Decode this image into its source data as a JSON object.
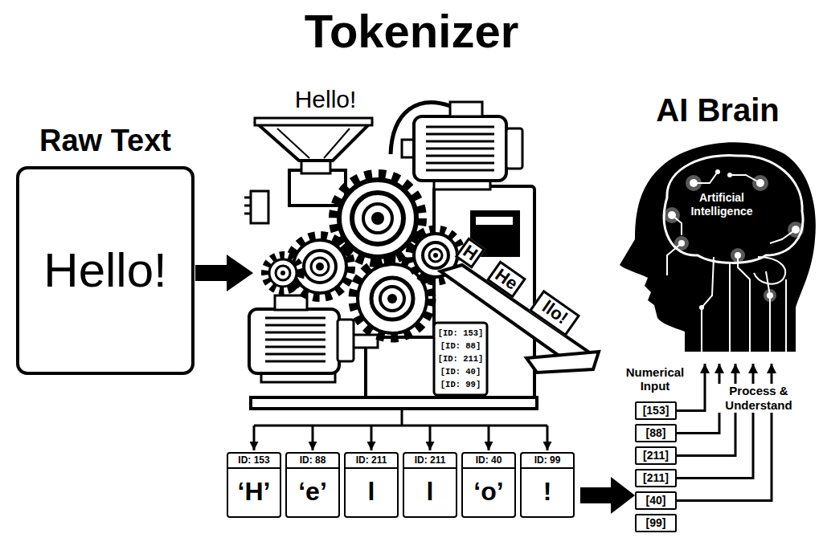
{
  "diagram": {
    "title": "Tokenizer",
    "nodes": [
      {
        "text": [
          "Raw Text",
          "Hello!"
        ]
      },
      {
        "text": [
          "AI Brain",
          "Artificial Intelligence"
        ]
      },
      {
        "text": [
          "ID: 153",
          "‘H’"
        ]
      },
      {
        "text": [
          "ID: 88",
          "‘e’"
        ]
      },
      {
        "text": [
          "ID: 211",
          "l"
        ]
      },
      {
        "text": [
          "ID: 211",
          "l"
        ]
      },
      {
        "text": [
          "ID: 40",
          "‘o’"
        ]
      },
      {
        "text": [
          "ID: 99",
          "!"
        ]
      },
      {
        "text": [
          "[153]"
        ]
      },
      {
        "text": [
          "[88]"
        ]
      },
      {
        "text": [
          "[211]"
        ]
      },
      {
        "text": [
          "[211]"
        ]
      },
      {
        "text": [
          "[40]"
        ]
      },
      {
        "text": [
          "[99]"
        ]
      }
    ],
    "edges": [
      {
        "from": 8,
        "to": 1,
        "arrow": "to"
      },
      {
        "from": 9,
        "to": 1,
        "arrow": "to"
      },
      {
        "from": 10,
        "to": 1,
        "arrow": "to"
      },
      {
        "from": 11,
        "to": 1,
        "arrow": "to"
      },
      {
        "from": 12,
        "to": 1,
        "arrow": "to"
      }
    ],
    "labels": [
      "Hello!",
      "H",
      "He",
      "llo!",
      "[ID: 153]",
      "[ID: 88]",
      "[ID: 211]",
      "[ID: 40]",
      "[ID: 99]",
      "Numerical Input",
      "Process & Understand"
    ]
  }
}
